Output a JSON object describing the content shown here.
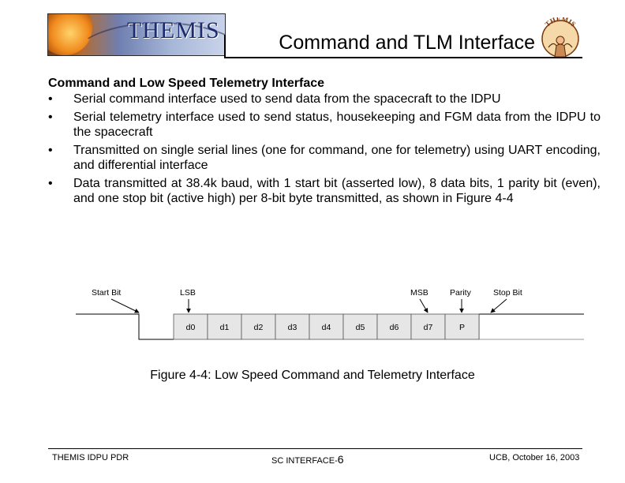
{
  "header": {
    "logo_text": "THEMIS",
    "title": "Command and TLM Interface"
  },
  "body": {
    "heading": "Command and Low Speed Telemetry Interface",
    "bullets": [
      "Serial command interface used to send data from the spacecraft to the IDPU",
      "Serial telemetry interface used to send status, housekeeping and FGM data from the IDPU to the spacecraft",
      "Transmitted on single serial lines (one for command, one for telemetry) using UART encoding, and differential interface",
      "Data transmitted at 38.4k baud, with 1 start bit (asserted low), 8 data bits, 1 parity bit (even), and one stop bit (active high) per 8-bit byte transmitted, as shown in Figure 4‑4"
    ],
    "bullet_glyph": "•"
  },
  "figure": {
    "labels": {
      "start_bit": "Start Bit",
      "lsb": "LSB",
      "msb": "MSB",
      "parity": "Parity",
      "stop_bit": "Stop Bit"
    },
    "cells": [
      "d0",
      "d1",
      "d2",
      "d3",
      "d4",
      "d5",
      "d6",
      "d7",
      "P"
    ],
    "caption": "Figure 4‑4: Low Speed Command and Telemetry Interface"
  },
  "footer": {
    "left": "THEMIS IDPU PDR",
    "center_prefix": "SC INTERFACE-",
    "center_page": "6",
    "right": "UCB, October 16, 2003"
  }
}
